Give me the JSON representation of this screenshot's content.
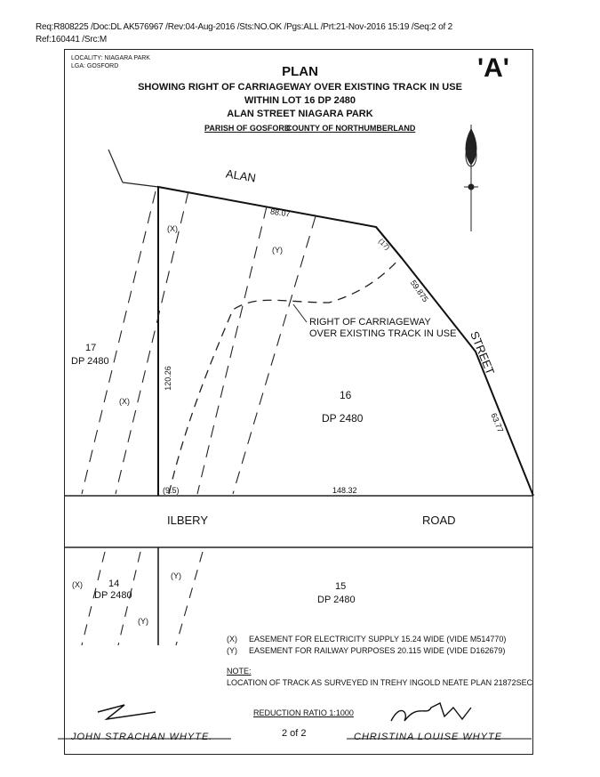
{
  "header": {
    "line1": "Req:R808225 /Doc:DL AK576967 /Rev:04-Aug-2016 /Sts:NO.OK /Pgs:ALL /Prt:21-Nov-2016 15:19 /Seq:2 of 2",
    "line2": "Ref:160441 /Src:M"
  },
  "locality": {
    "locality": "LOCALITY: NIAGARA PARK",
    "lga": "LGA: GOSFORD"
  },
  "title": {
    "plan": "PLAN",
    "line1": "SHOWING RIGHT OF CARRIAGEWAY OVER EXISTING TRACK IN USE",
    "line2": "WITHIN LOT 16 DP 2480",
    "line3": "ALAN STREET NIAGARA PARK",
    "parish": "PARISH OF GOSFORD",
    "county": "COUNTY OF NORTHUMBERLAND",
    "mark": "'A'"
  },
  "labels": {
    "alan": "ALAN",
    "street": "STREET",
    "ilbery": "ILBERY",
    "road": "ROAD",
    "d_top": "88.07",
    "d_chord": "(17)",
    "d_diag": "59.875",
    "d_left": "120.26",
    "d_right": "63.77",
    "d_bottom": "148.32",
    "d_corner": "(9.5)",
    "x": "(X)",
    "y": "(Y)",
    "lot17_a": "17",
    "lot17_b": "DP 2480",
    "lot16_a": "16",
    "lot16_b": "DP 2480",
    "lot14_a": "14",
    "lot14_b": "DP 2480",
    "lot15_a": "15",
    "lot15_b": "DP 2480",
    "roc_a": "RIGHT OF CARRIAGEWAY",
    "roc_b": "OVER EXISTING TRACK IN USE"
  },
  "legend": {
    "x_key": "(X)",
    "x_text": "EASEMENT FOR ELECTRICITY SUPPLY 15.24 WIDE (VIDE M514770)",
    "y_key": "(Y)",
    "y_text": "EASEMENT FOR RAILWAY PURPOSES 20.115 WIDE (VIDE D162679)"
  },
  "note": {
    "heading": "NOTE:",
    "text": "LOCATION OF TRACK AS SURVEYED IN TREHY INGOLD NEATE PLAN 21872SEC"
  },
  "footer": {
    "ratio": "REDUCTION RATIO 1:1000",
    "page": "2 of 2",
    "name_left": "JOHN STRACHAN WHYTE.",
    "name_right": "CHRISTINA LOUISE WHYTE"
  }
}
